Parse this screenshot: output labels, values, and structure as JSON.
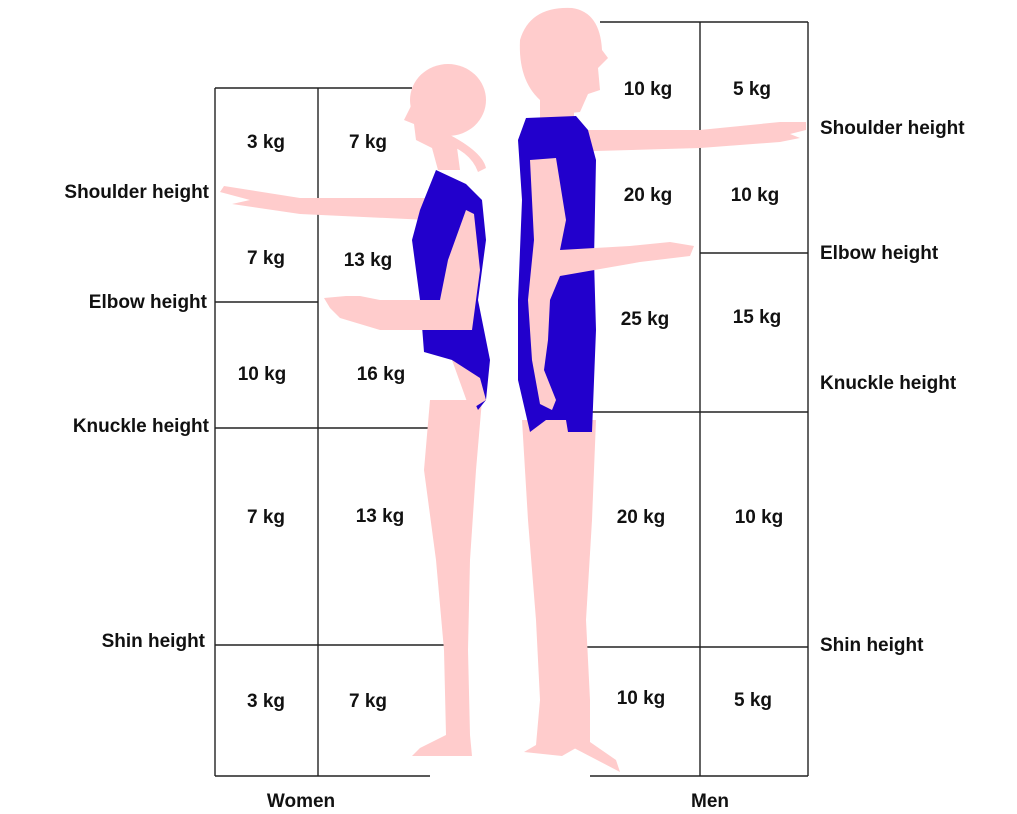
{
  "women": {
    "group_label": "Women",
    "levels": [
      "Shoulder height",
      "Elbow height",
      "Knuckle height",
      "Shin height"
    ],
    "weights": [
      [
        "3 kg",
        "7 kg"
      ],
      [
        "7 kg",
        "13 kg"
      ],
      [
        "10 kg",
        "16 kg"
      ],
      [
        "7 kg",
        "13 kg"
      ],
      [
        "3 kg",
        "7 kg"
      ]
    ]
  },
  "men": {
    "group_label": "Men",
    "levels": [
      "Shoulder height",
      "Elbow height",
      "Knuckle height",
      "Shin height"
    ],
    "weights": [
      [
        "10 kg",
        "5 kg"
      ],
      [
        "20 kg",
        "10 kg"
      ],
      [
        "25 kg",
        "15 kg"
      ],
      [
        "20 kg",
        "10 kg"
      ],
      [
        "10 kg",
        "5 kg"
      ]
    ]
  },
  "colors": {
    "skin": "#ffcccc",
    "swimsuit": "#2200cc",
    "grid": "#222222"
  }
}
